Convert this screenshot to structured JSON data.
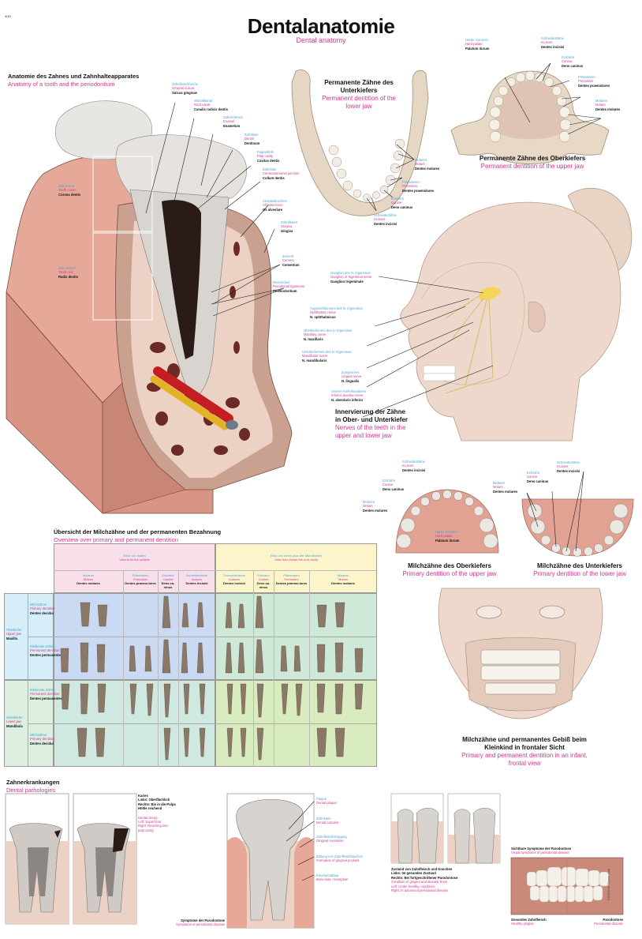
{
  "poster": {
    "code": "4/10",
    "title": "Dentalanatomie",
    "subtitle": "Dental anatomy",
    "copyright": "©2012 Erler Zimmer, Lauf"
  },
  "tooth_anatomy": {
    "title_de": "Anatomie des Zahnes und Zahnhalteapparates",
    "title_en": "Anatomy of a tooth and the periodontium",
    "labels": [
      {
        "de": "Zahnfleischfurche",
        "en": "Gingival sulcus",
        "la": "Sulcus gingivae"
      },
      {
        "de": "Wurzelkanal",
        "en": "Root canal",
        "la": "Canalis radicis dentis"
      },
      {
        "de": "Zahnschmelz",
        "en": "Enamel",
        "la": "Enamelum"
      },
      {
        "de": "Zahnbein",
        "en": "Dentin",
        "la": "Dentinum"
      },
      {
        "de": "Pulpahöhle",
        "en": "Pulp cavity",
        "la": "Cavitas dentis"
      },
      {
        "de": "Zahnhals",
        "en": "Cementoenamel junction",
        "la": "Collum dentis"
      },
      {
        "de": "Alveolarknochen",
        "en": "Alveolar bone",
        "la": "Os alveolare"
      },
      {
        "de": "Zahnfleisch",
        "en": "Gingiva",
        "la": "Gingiva"
      },
      {
        "de": "Zement",
        "en": "Cement",
        "la": "Cementum"
      },
      {
        "de": "Desmodont",
        "en": "Periodontal ligaments",
        "la": "Desmodontium"
      }
    ],
    "side_labels": [
      {
        "de": "Zahnkrone",
        "en": "Tooth crown",
        "la": "Corona dentis"
      },
      {
        "de": "Zahnwurzel",
        "en": "Tooth root",
        "la": "Radix dentis"
      }
    ]
  },
  "lower_jaw": {
    "caption_de": "Permanente Zähne des Unterkiefers",
    "caption_en": "Permanent dentition of the lower jaw",
    "labels": [
      {
        "de": "Molaren",
        "en": "Molars",
        "la": "Dentes molares"
      },
      {
        "de": "Prämolaren",
        "en": "Premolars",
        "la": "Dentes praemolares"
      },
      {
        "de": "Eckzahn",
        "en": "Canine",
        "la": "Dens caninus"
      },
      {
        "de": "Schneidezähne",
        "en": "Incisors",
        "la": "Dentes incisivi"
      }
    ]
  },
  "upper_jaw": {
    "caption_de": "Permanente Zähne des Oberkiefers",
    "caption_en": "Permanent dentition of the upper jaw",
    "labels": [
      {
        "de": "Harter Gaumen",
        "en": "Hard palate",
        "la": "Palatum durum"
      },
      {
        "de": "Schneidezähne",
        "en": "Incisors",
        "la": "Dentes incisivi"
      },
      {
        "de": "Eckzahn",
        "en": "Canine",
        "la": "Dens caninus"
      },
      {
        "de": "Prämolaren",
        "en": "Premolars",
        "la": "Dentes praemolares"
      },
      {
        "de": "Molaren",
        "en": "Molars",
        "la": "Dentes molares"
      }
    ]
  },
  "nerves": {
    "caption_de": "Innervierung der Zähne in Ober- und Unterkiefer",
    "caption_en": "Nerves of the teeth in the upper and lower jaw",
    "labels": [
      {
        "de": "Ganglion des N. trigeminus",
        "en": "Ganglion of trigeminal nerve",
        "la": "Ganglion trigeminale"
      },
      {
        "de": "Augenhöhlennerv des N. trigeminus",
        "en": "Ophthalmic nerve",
        "la": "N. ophthalmicus"
      },
      {
        "de": "Oberkiefernerv des N. trigeminus",
        "en": "Maxillary nerve",
        "la": "N. maxillaris"
      },
      {
        "de": "Unterkiefernerv des N. trigeminus",
        "en": "Mandibular nerve",
        "la": "N. mandibularis"
      },
      {
        "de": "Zungennerv",
        "en": "Lingual nerve",
        "la": "N. lingualis"
      },
      {
        "de": "Unterer Kieferkanalnerv",
        "en": "Inferior alveolar nerve",
        "la": "N. alveolaris inferior"
      }
    ]
  },
  "primary_upper": {
    "caption_de": "Milchzähne des Oberkiefers",
    "caption_en": "Primary dentition of the upper jaw",
    "labels": [
      {
        "de": "Schneidezähne",
        "en": "Incisors",
        "la": "Dentes incisivi"
      },
      {
        "de": "Eckzahn",
        "en": "Canine",
        "la": "Dens caninus"
      },
      {
        "de": "Molaren",
        "en": "Molars",
        "la": "Dentes molares"
      },
      {
        "de": "Harter Gaumen",
        "en": "Hard palate",
        "la": "Palatum durum"
      }
    ]
  },
  "primary_lower": {
    "caption_de": "Milchzähne des Unterkiefers",
    "caption_en": "Primary dentition of the lower jaw",
    "labels": [
      {
        "de": "Schneidezähne",
        "en": "Incisors",
        "la": "Dentes incisivi"
      },
      {
        "de": "Eckzahn",
        "en": "Canine",
        "la": "Dens caninus"
      },
      {
        "de": "Molaren",
        "en": "Molars",
        "la": "Dentes molares"
      }
    ]
  },
  "infant": {
    "caption_de": "Milchzähne und permanentes Gebiß beim Kleinkind in frontaler Sicht",
    "caption_en": "Primary and permanent dentition in an infant, frontal view"
  },
  "overview": {
    "title_de": "Übersicht der Milchzähne und der permanenten Bezahnung",
    "title_en": "Overview over primary and permanent dentition",
    "views": [
      {
        "de": "Blick von außen",
        "en": "View from the outside"
      },
      {
        "de": "Blick von innen (aus der Mundhöhle)",
        "en": "View from inside the oral cavity"
      }
    ],
    "columns": [
      {
        "de": "Molaren",
        "en": "Molars",
        "la": "Dentes molares"
      },
      {
        "de": "Prämolaren",
        "en": "Premolars",
        "la": "Dentes praemo-lares"
      },
      {
        "de": "Eckzahn",
        "en": "Canine",
        "la": "Dens ca-ninus"
      },
      {
        "de": "Schneidezähne",
        "en": "Incisors",
        "la": "Dentes incisivi"
      },
      {
        "de": "Schneidezähne",
        "en": "Incisors",
        "la": "Dentes incisivi"
      },
      {
        "de": "Eckzahn",
        "en": "Canine",
        "la": "Dens ca-ninus"
      },
      {
        "de": "Prämolaren",
        "en": "Premolars",
        "la": "Dentes praemo-lares"
      },
      {
        "de": "Molaren",
        "en": "Molars",
        "la": "Dentes molares"
      }
    ],
    "jaws": [
      {
        "de": "Oberkiefer",
        "en": "Upper jaw",
        "la": "Maxilla"
      },
      {
        "de": "Unterkiefer",
        "en": "Lower jaw",
        "la": "Mandibula"
      }
    ],
    "rows": [
      {
        "de": "Milchzähne",
        "en": "Primary dentition",
        "la": "Dentes decidui"
      },
      {
        "de": "Bleibende Zähne",
        "en": "Permanent dentition",
        "la": "Dentes permanentes"
      },
      {
        "de": "Bleibende Zähne",
        "en": "Permanent dentition",
        "la": "Dentes permanentes"
      },
      {
        "de": "Milchzähne",
        "en": "Primary dentition",
        "la": "Dentes decidui"
      }
    ]
  },
  "pathologies": {
    "title_de": "Zahnerkrankungen",
    "title_en": "Dental pathologies",
    "caries": {
      "de": [
        "Karies",
        "Links: Oberflächlich",
        "Rechts: Bis in die Pulpa",
        "Höhle reichend"
      ],
      "en": [
        "Dental decay",
        "Left: Superficial",
        "Right: Reaching into",
        "pulp cavity"
      ]
    },
    "perio_labels": [
      {
        "de": "Plaque",
        "en": "Dental plaque"
      },
      {
        "de": "Zahnstein",
        "en": "Dental calculus"
      },
      {
        "de": "Zahnfleischrückgang",
        "en": "Gingival recession"
      },
      {
        "de": "Bildung von Zahnfleischtaschen",
        "en": "Formation of gingival pockets"
      },
      {
        "de": "Knochenabbau",
        "en": "Bone loss / resorption"
      }
    ],
    "perio_caption_de": "Symptome der Parodontose",
    "perio_caption_en": "Symptoms of periodontal disease",
    "condition": {
      "de": [
        "Zustand von Zahnfleisch und Knochen",
        "Links: Im gesunden Zustand",
        "Rechts: Bei fortgeschrittener Parodontose"
      ],
      "en": [
        "Condition of gingiva and alveolar bone",
        "Left: Under healthy conditions",
        "Right: In advanced periodontal disease"
      ]
    },
    "visual_de": "Sichtbare Symptome der Parodontose",
    "visual_en": "Visual symptoms of periodontal disease",
    "healthy_de": "Gesundes Zahnfleisch",
    "healthy_en": "Healthy gingiva",
    "disease_de": "Parodontose",
    "disease_en": "Periodontal disease"
  },
  "colors": {
    "german": "#4aa3d8",
    "english": "#d6358f",
    "gum": "#e0a093",
    "tooth": "#e6e3de",
    "bone": "#ecd2c4"
  }
}
